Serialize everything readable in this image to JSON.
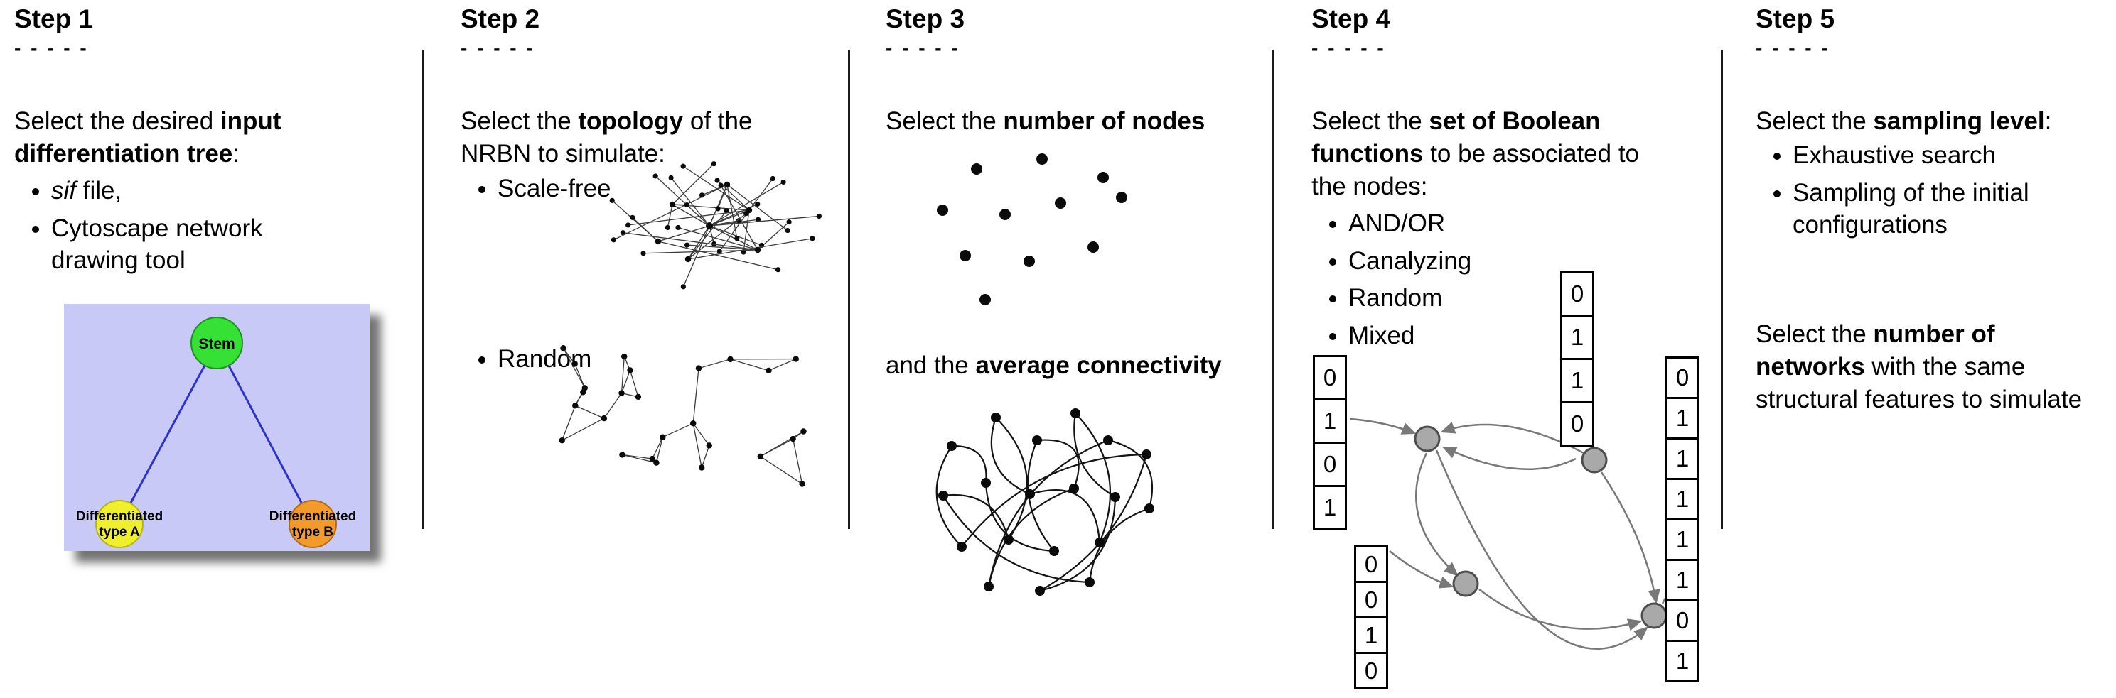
{
  "figure": {
    "background": "#ffffff",
    "divider_color": "#1a1a1a"
  },
  "steps": [
    {
      "title": "Step 1",
      "dashes": "- - - - -",
      "intro": {
        "pre": "Select the desired ",
        "bold": "input differentiation tree",
        "post": ":"
      },
      "bullets": [
        {
          "italic": "sif",
          "text": " file,"
        },
        {
          "text": "Cytoscape network drawing tool"
        }
      ],
      "tree_image": {
        "stem_label": "Stem",
        "type_a_line1": "Differentiated",
        "type_a_line2": "type A",
        "type_b_line1": "Differentiated",
        "type_b_line2": "type B",
        "colors": {
          "panel_background": "#c9c9f8",
          "stem_node": "#35e135",
          "type_a_node": "#efef2e",
          "type_b_node": "#f29b2a",
          "edge": "#2a35c8"
        }
      }
    },
    {
      "title": "Step 2",
      "dashes": "- - - - -",
      "intro": {
        "pre": "Select the ",
        "bold": "topology",
        "post": " of the NRBN to simulate:"
      },
      "bullets": [
        {
          "text": "Scale-free"
        },
        {
          "text": "Random"
        }
      ]
    },
    {
      "title": "Step 3",
      "dashes": "- - - - -",
      "intro": {
        "pre": "Select the ",
        "bold": "number of nodes",
        "post": ""
      },
      "intro2": {
        "pre": "and the ",
        "bold": "average connectivity",
        "post": ""
      }
    },
    {
      "title": "Step 4",
      "dashes": "- - - - -",
      "intro": {
        "pre": "Select the ",
        "bold": "set of Boolean functions",
        "post": " to be associated to the nodes:"
      },
      "bullets": [
        {
          "text": "AND/OR"
        },
        {
          "text": "Canalyzing"
        },
        {
          "text": "Random"
        },
        {
          "text": "Mixed"
        }
      ],
      "boolean_tables": {
        "left": [
          "0",
          "1",
          "0",
          "1"
        ],
        "top": [
          "0",
          "1",
          "1",
          "0"
        ],
        "right": [
          "0",
          "1",
          "1",
          "1",
          "1",
          "1",
          "0",
          "1"
        ],
        "bottom": [
          "0",
          "0",
          "1",
          "0"
        ]
      }
    },
    {
      "title": "Step 5",
      "dashes": "- - - - -",
      "intro": {
        "pre": "Select the ",
        "bold": "sampling level",
        "post": ":"
      },
      "bullets": [
        {
          "text": "Exhaustive search"
        },
        {
          "text": "Sampling of the initial configurations"
        }
      ],
      "intro2": {
        "pre": "Select the ",
        "bold": "number of networks",
        "post": " with the same structural features to simulate"
      }
    }
  ]
}
